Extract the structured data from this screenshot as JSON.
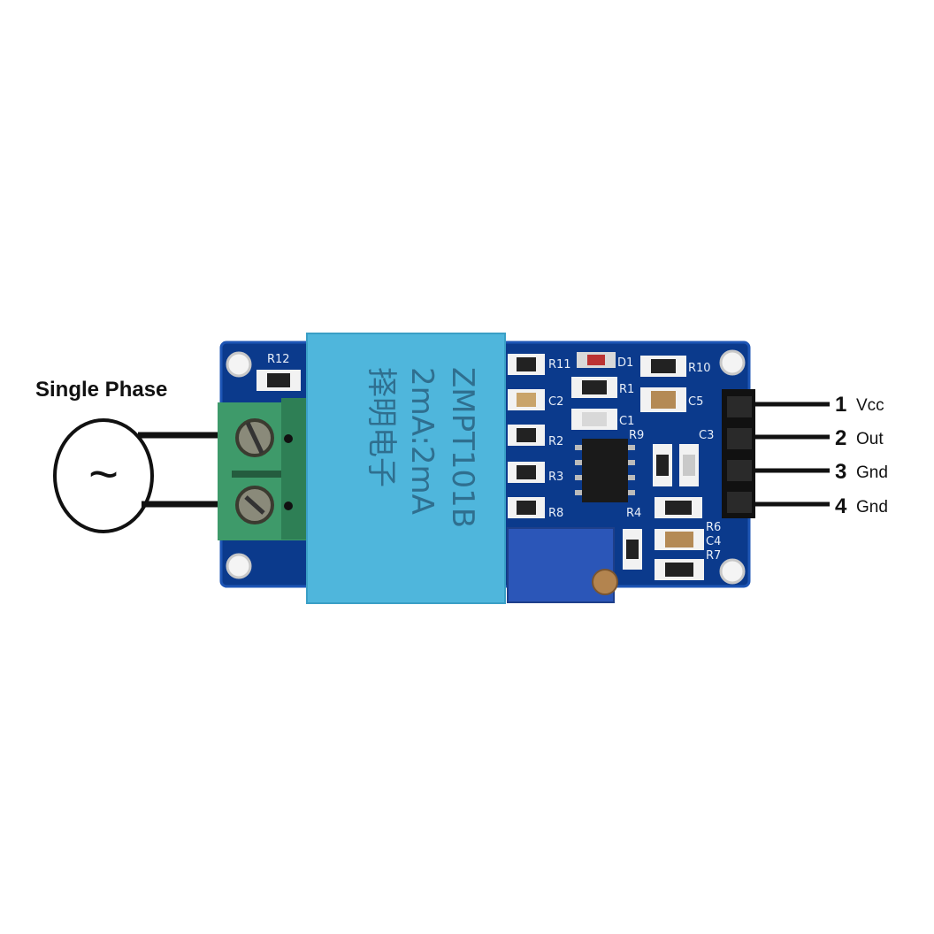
{
  "diagram": {
    "source_label": "Single Phase",
    "source_symbol": "~",
    "pins": [
      {
        "number": "1",
        "name": "Vcc"
      },
      {
        "number": "2",
        "name": "Out"
      },
      {
        "number": "3",
        "name": "Gnd"
      },
      {
        "number": "4",
        "name": "Gnd"
      }
    ],
    "transformer_text": [
      "ZMPT101B",
      "2mA:2mA",
      "择明电子"
    ],
    "silkscreen": [
      "R12",
      "R11",
      "D1",
      "R10",
      "R1",
      "C5",
      "C2",
      "C1",
      "R9",
      "C3",
      "R2",
      "R3",
      "R8",
      "R4",
      "R6",
      "C4",
      "R7"
    ],
    "colors": {
      "pcb": "#0b3a8c",
      "transformer": "#4fb6dc",
      "terminal": "#3e9a6a",
      "potentiometer": "#2b56b8",
      "header": "#111111"
    }
  }
}
